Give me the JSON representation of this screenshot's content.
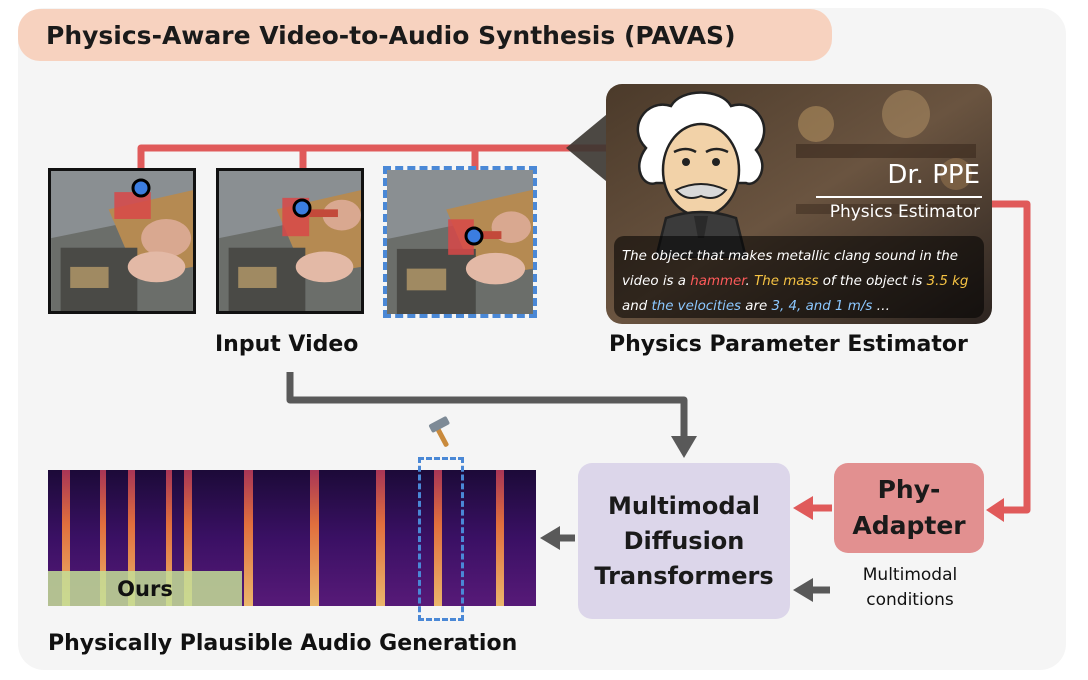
{
  "title": "Physics-Aware Video-to-Audio Synthesis (PAVAS)",
  "input_video": {
    "label": "Input Video",
    "frame_count": 3,
    "highlighted_frame": 3
  },
  "estimator": {
    "name": "Dr. PPE",
    "subtitle": "Physics Estimator",
    "text_segments": [
      {
        "text": "The object that makes metallic clang sound in the video is a ",
        "tone": "plain"
      },
      {
        "text": "hammer",
        "tone": "red"
      },
      {
        "text": ". ",
        "tone": "plain"
      },
      {
        "text": "The mass",
        "tone": "yellow"
      },
      {
        "text": " of the object is ",
        "tone": "plain"
      },
      {
        "text": "3.5 kg",
        "tone": "yellow"
      },
      {
        "text": " and ",
        "tone": "plain"
      },
      {
        "text": "the velocities",
        "tone": "blue"
      },
      {
        "text": " are ",
        "tone": "plain"
      },
      {
        "text": "3, 4, and 1 m/s",
        "tone": "blue"
      },
      {
        "text": " …",
        "tone": "plain"
      }
    ],
    "label": "Physics Parameter Estimator"
  },
  "diffusion": {
    "lines": [
      "Multimodal",
      "Diffusion",
      "Transformers"
    ]
  },
  "adapter": {
    "lines": [
      "Phy-",
      "Adapter"
    ]
  },
  "conditions": {
    "lines": [
      "Multimodal",
      "conditions"
    ]
  },
  "output": {
    "badge": "Ours",
    "label": "Physically Plausible Audio Generation"
  },
  "icons": {
    "impact": "hammer-icon"
  },
  "colors": {
    "title_bg": "#f7d2bf",
    "panel_bg": "#f5f5f5",
    "red_wire": "#e05a5a",
    "gray_arrow": "#595959",
    "highlight_blue": "#4a88d6",
    "diffusion_bg": "#dcd6ea",
    "adapter_bg": "#e29090",
    "ours_bg": "#c4de96"
  }
}
